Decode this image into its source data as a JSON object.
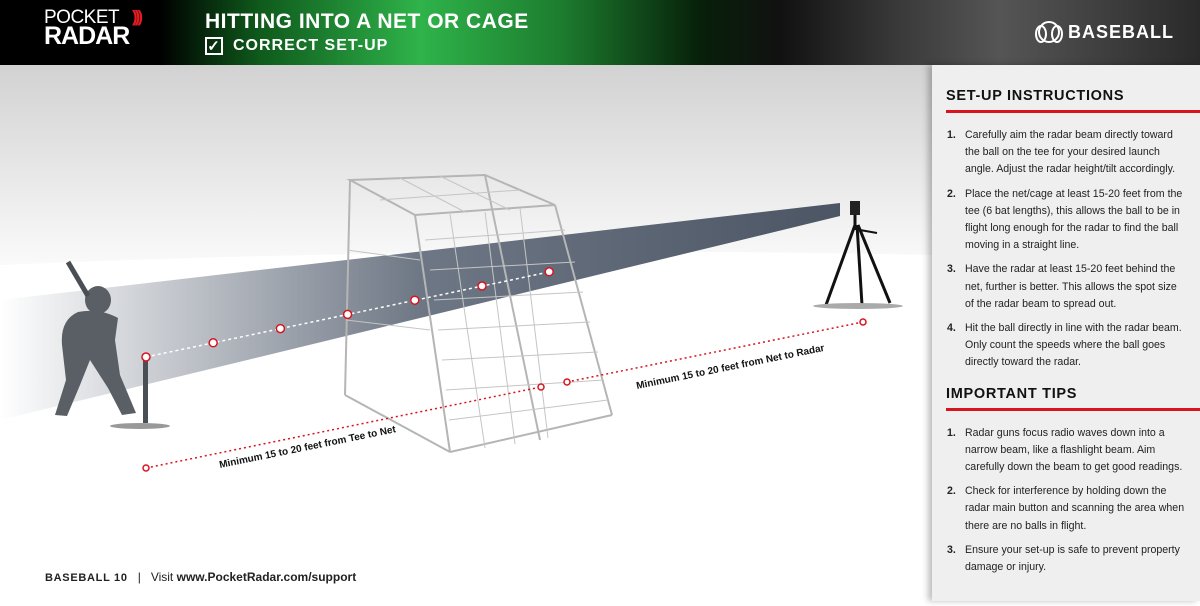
{
  "header": {
    "logo_top": "POCKET",
    "logo_bottom": "RADAR",
    "title": "HITTING INTO A NET OR CAGE",
    "subtitle": "CORRECT SET-UP",
    "sport": "BASEBALL"
  },
  "diagram": {
    "label_tee_to_net": "Minimum 15 to 20 feet from Tee to Net",
    "label_net_to_radar": "Minimum 15 to 20 feet from Net to Radar"
  },
  "panel": {
    "setup_heading": "SET-UP INSTRUCTIONS",
    "setup": [
      {
        "n": "1.",
        "text": "Carefully aim the radar beam directly toward the ball on the tee for your desired launch angle. Adjust the radar height/tilt accordingly."
      },
      {
        "n": "2.",
        "text": "Place the net/cage at least 15-20 feet from the tee (6 bat lengths), this allows the ball to be in flight long enough for the radar to find the ball moving in a straight line."
      },
      {
        "n": "3.",
        "text": "Have the radar at least 15-20 feet behind the net, further is better. This allows the spot size of the radar beam to spread out."
      },
      {
        "n": "4.",
        "text": "Hit the ball directly in line with the radar beam. Only count the speeds where the ball goes directly toward the radar."
      }
    ],
    "tips_heading": "IMPORTANT TIPS",
    "tips": [
      {
        "n": "1.",
        "text": "Radar guns focus radio waves down into a narrow beam, like a flashlight beam. Aim carefully down the beam to get good readings."
      },
      {
        "n": "2.",
        "text": "Check for interference by holding down the radar main button and scanning the area when there are no balls in flight."
      },
      {
        "n": "3.",
        "text": "Ensure your set-up is safe to prevent property damage or injury."
      }
    ]
  },
  "footer": {
    "code": "BASEBALL 10",
    "sep": "|",
    "visit": "Visit ",
    "url": "www.PocketRadar.com/support"
  }
}
